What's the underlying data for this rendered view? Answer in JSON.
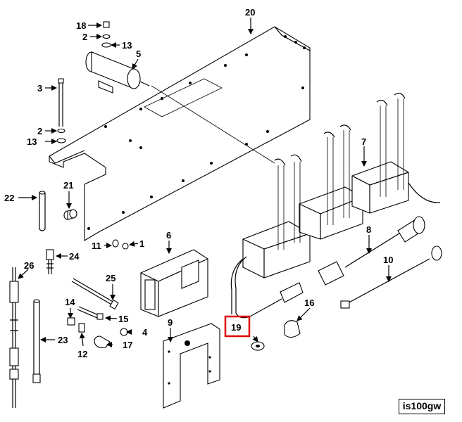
{
  "diagram_id": "is100gw",
  "highlighted_callout": "19",
  "highlight_color": "#e00000",
  "callouts": {
    "c1": "1",
    "c2a": "2",
    "c2b": "2",
    "c3": "3",
    "c4": "4",
    "c5": "5",
    "c6": "6",
    "c7": "7",
    "c8": "8",
    "c9": "9",
    "c10": "10",
    "c11": "11",
    "c12": "12",
    "c13a": "13",
    "c13b": "13",
    "c14": "14",
    "c15": "15",
    "c16": "16",
    "c17": "17",
    "c18": "18",
    "c19": "19",
    "c20": "20",
    "c21": "21",
    "c22": "22",
    "c23": "23",
    "c24": "24",
    "c25": "25",
    "c26": "26"
  }
}
